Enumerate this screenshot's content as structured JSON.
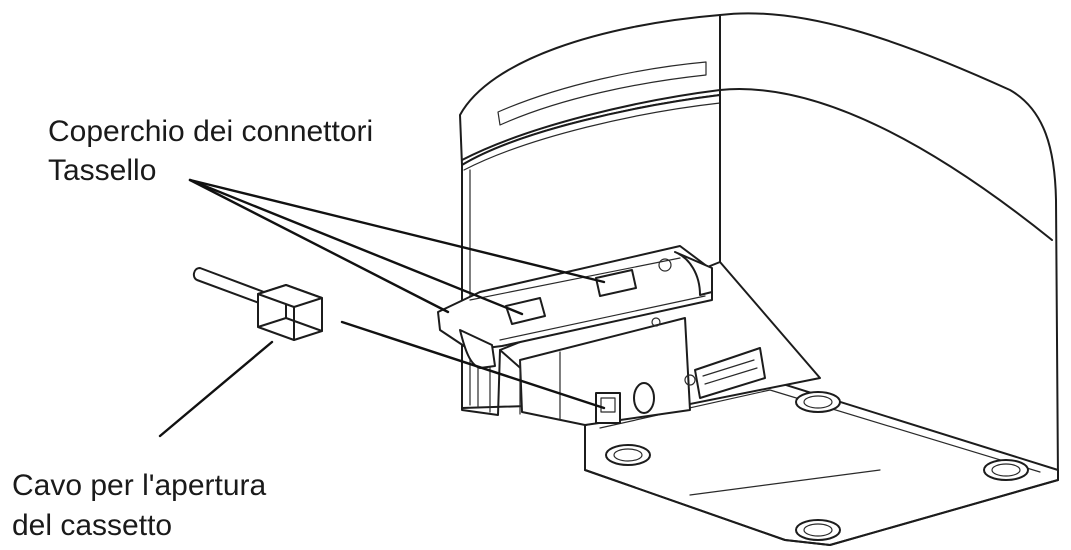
{
  "labels": {
    "connector_cover": "Coperchio dei connettori",
    "tassello": "Tassello",
    "cable_line1": "Cavo per l'apertura",
    "cable_line2": "del cassetto"
  },
  "colors": {
    "line": "#1c1c1c",
    "background": "#ffffff"
  }
}
